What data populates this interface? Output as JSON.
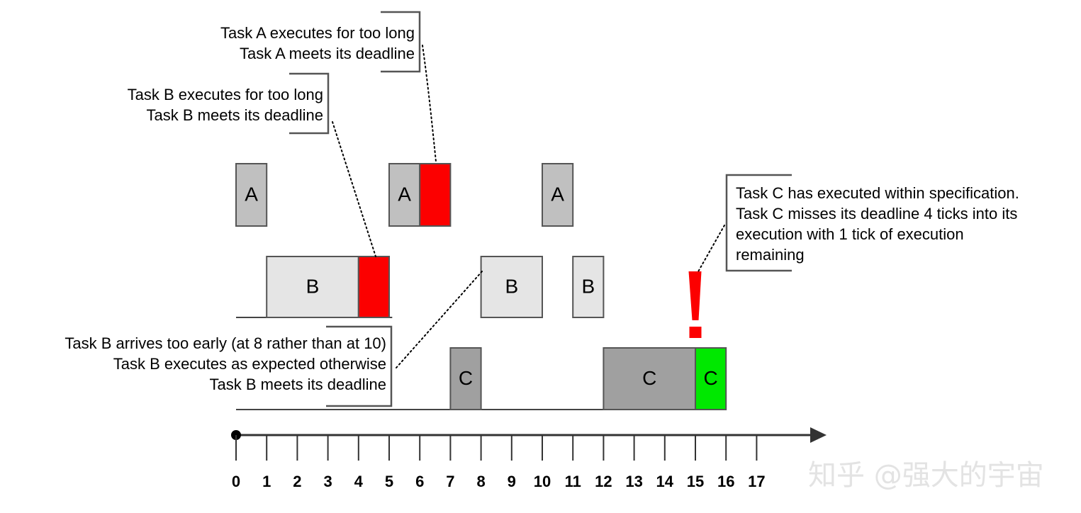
{
  "diagram": {
    "title_absent": true,
    "colors": {
      "task_a_fill": "#c0c0c0",
      "task_b_fill": "#e5e5e5",
      "task_c_fill": "#a0a0a0",
      "overrun_fill": "#fc0000",
      "ok_fill": "#00e800",
      "stroke": "#555555",
      "axis": "#333333",
      "watermark": "#e3e3e3"
    },
    "axis": {
      "label_min": "0",
      "label_max": "17",
      "ticks": [
        "0",
        "1",
        "2",
        "3",
        "4",
        "5",
        "6",
        "7",
        "8",
        "9",
        "10",
        "11",
        "12",
        "13",
        "14",
        "15",
        "16",
        "17"
      ]
    },
    "rows": [
      {
        "name": "task-a",
        "label": "A",
        "blocks": [
          {
            "label": "A",
            "start": 0,
            "end": 1,
            "kind": "normal"
          },
          {
            "label": "A",
            "start": 5,
            "end": 6,
            "kind": "normal"
          },
          {
            "label": "",
            "start": 6,
            "end": 7,
            "kind": "overrun"
          },
          {
            "label": "A",
            "start": 10,
            "end": 11,
            "kind": "normal"
          }
        ]
      },
      {
        "name": "task-b",
        "label": "B",
        "blocks": [
          {
            "label": "B",
            "start": 1,
            "end": 4,
            "kind": "normal"
          },
          {
            "label": "",
            "start": 4,
            "end": 5,
            "kind": "overrun"
          },
          {
            "label": "B",
            "start": 8,
            "end": 10,
            "kind": "normal"
          },
          {
            "label": "B",
            "start": 11,
            "end": 12,
            "kind": "normal"
          }
        ]
      },
      {
        "name": "task-c",
        "label": "C",
        "blocks": [
          {
            "label": "C",
            "start": 7,
            "end": 8,
            "kind": "normal"
          },
          {
            "label": "C",
            "start": 12,
            "end": 15,
            "kind": "normal"
          },
          {
            "label": "C",
            "start": 15,
            "end": 16,
            "kind": "ok"
          }
        ]
      }
    ],
    "alert_marker": {
      "name": "deadline-miss-exclamation",
      "at_tick": 15,
      "glyph": "!"
    }
  },
  "annotations": [
    {
      "id": "annotation-task-a",
      "align": "right",
      "lines": [
        "Task A executes for too long",
        "Task A meets its deadline"
      ]
    },
    {
      "id": "annotation-task-b-overrun",
      "align": "right",
      "lines": [
        "Task B executes for too long",
        "Task B meets its deadline"
      ]
    },
    {
      "id": "annotation-task-b-early",
      "align": "right",
      "lines": [
        "Task B arrives too early (at 8 rather than at 10)",
        "Task B executes as expected otherwise",
        "Task B meets its deadline"
      ]
    },
    {
      "id": "annotation-task-c",
      "align": "left",
      "lines": [
        "Task C has executed within specification.",
        "Task C misses its deadline 4 ticks into its",
        "execution with 1 tick of execution",
        "remaining"
      ]
    }
  ],
  "watermark": {
    "text": "知乎 @强大的宇宙"
  }
}
